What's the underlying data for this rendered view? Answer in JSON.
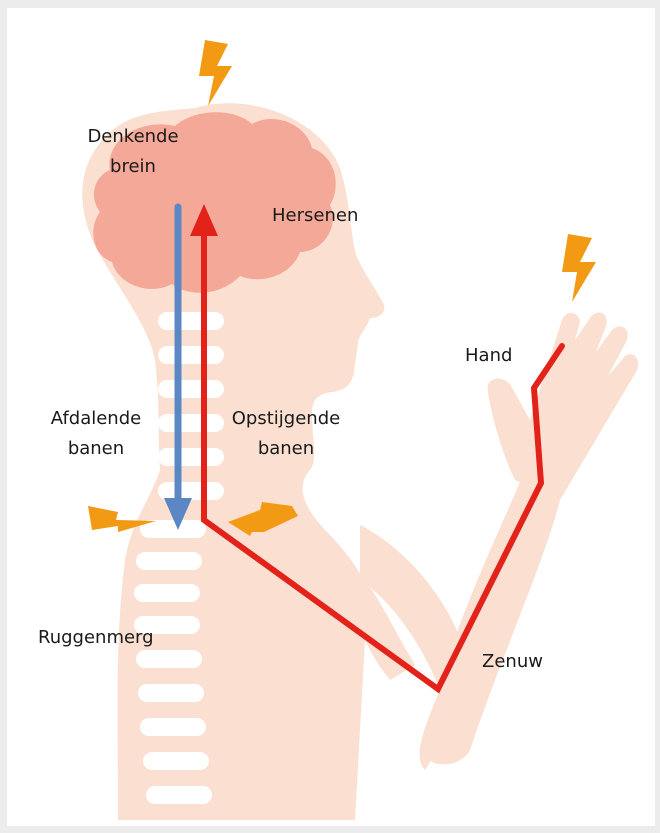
{
  "labels": {
    "thinking_brain": [
      "Denkende",
      "brein"
    ],
    "brain": "Hersenen",
    "hand": "Hand",
    "descending": [
      "Afdalende",
      "banen"
    ],
    "ascending": [
      "Opstijgende",
      "banen"
    ],
    "spinal_cord": "Ruggenmerg",
    "nerve": "Zenuw"
  },
  "colors": {
    "background": "#ececec",
    "panel": "#ffffff",
    "body": "#fbe0d2",
    "brain": "#f4a898",
    "vertebra": "#ffffff",
    "ascending_path": "#e3231a",
    "descending_path": "#5b87c5",
    "pain_signal": "#f39a14"
  },
  "icons": {
    "pain_signal": "lightning-bolt-icon"
  }
}
